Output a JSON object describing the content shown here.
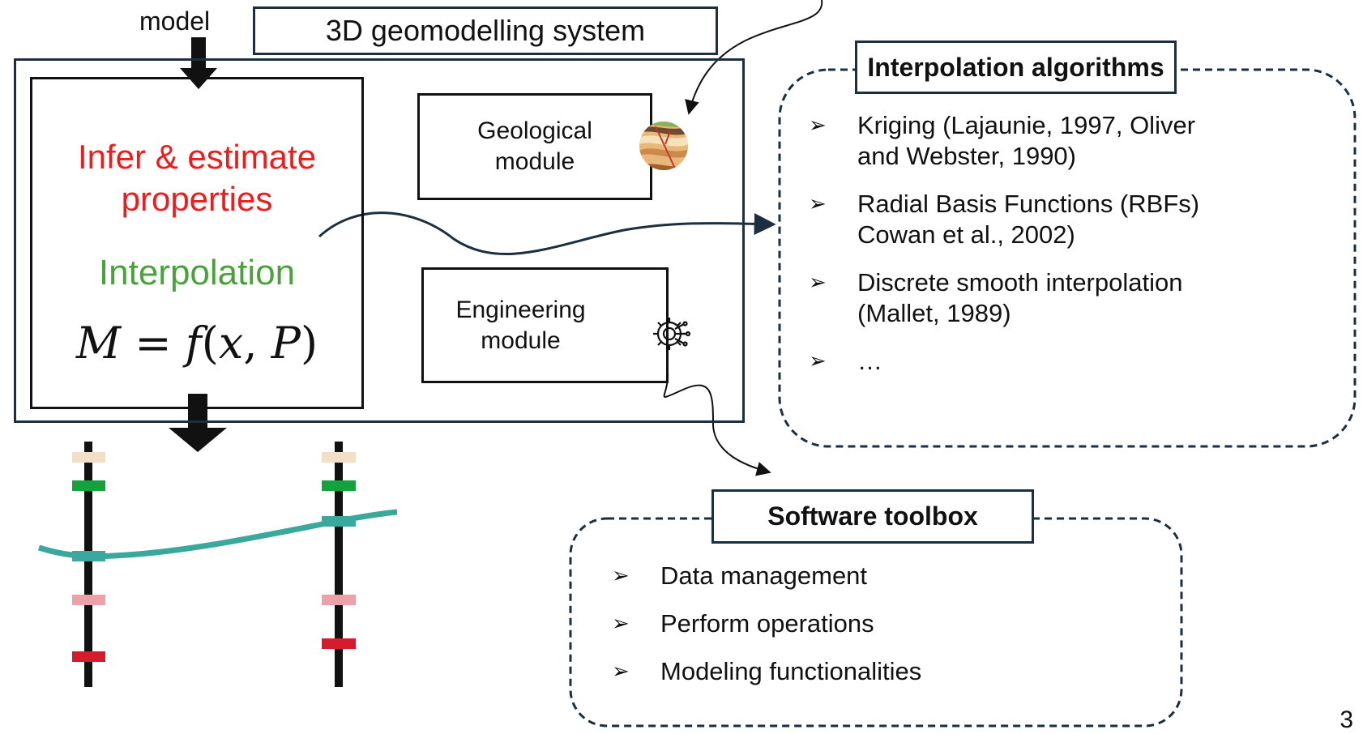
{
  "model_label": "model",
  "system_title": "3D geomodelling system",
  "main_box": {
    "infer_line1": "Infer & estimate",
    "infer_line2": "properties",
    "interpolation": "Interpolation",
    "formula": {
      "lhs": "M",
      "eq": " = ",
      "fn": "f",
      "open": "(",
      "x": "x",
      "comma": ", ",
      "p": "P",
      "close": ")"
    }
  },
  "modules": {
    "geological_line1": "Geological",
    "geological_line2": "module",
    "engineering_line1": "Engineering",
    "engineering_line2": "module"
  },
  "algorithms": {
    "title": "Interpolation algorithms",
    "bullet": "➢",
    "items": [
      {
        "line1": "Kriging (Lajaunie, 1997, Oliver",
        "line2": "and Webster, 1990)"
      },
      {
        "line1": "Radial Basis Functions (RBFs)",
        "line2": "Cowan et al., 2002)"
      },
      {
        "line1": "Discrete smooth interpolation",
        "line2": "(Mallet, 1989)"
      },
      {
        "line1": "…",
        "line2": ""
      }
    ]
  },
  "toolbox": {
    "title": "Software toolbox",
    "bullet": "➢",
    "items": [
      "Data management",
      "Perform operations",
      "Modeling functionalities"
    ]
  },
  "icons": {
    "geology": "geology-layers-icon",
    "engineering": "gear-circuit-icon"
  },
  "colors": {
    "frame": "#1b2f40",
    "infer_text": "#ee1c1c",
    "interpolation_text": "#4aa33a",
    "surface_line": "#3aa89c",
    "marker_beige": "#f3e0c4",
    "marker_green": "#14a23c",
    "marker_pink": "#eea0a8",
    "marker_red": "#d41c2c"
  },
  "page_number": "3"
}
